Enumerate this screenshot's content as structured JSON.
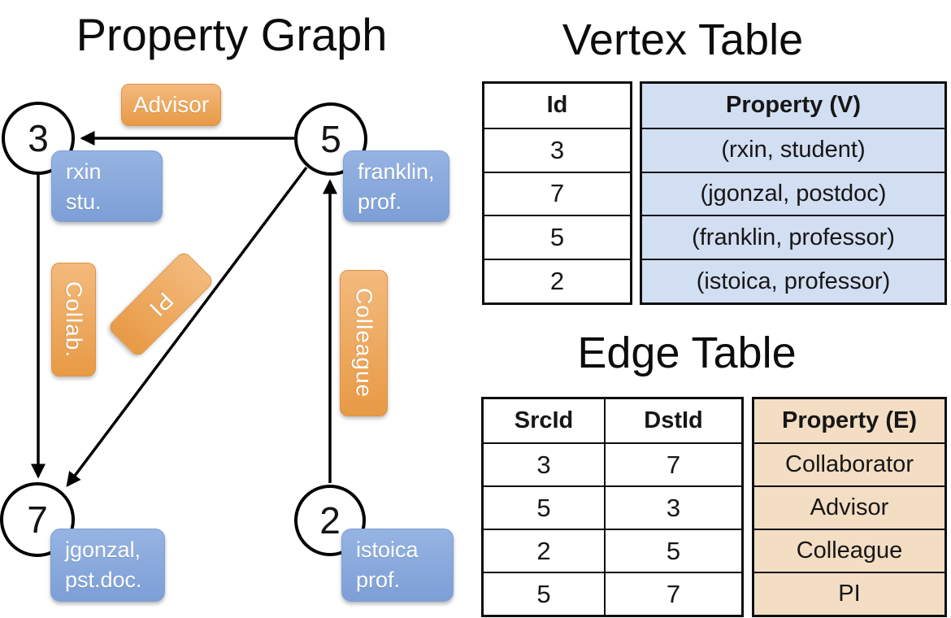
{
  "graph": {
    "title": "Property Graph",
    "nodes": [
      {
        "id": "3",
        "property_line1": "rxin",
        "property_line2": "stu."
      },
      {
        "id": "5",
        "property_line1": "franklin,",
        "property_line2": "prof."
      },
      {
        "id": "7",
        "property_line1": "jgonzal,",
        "property_line2": "pst.doc."
      },
      {
        "id": "2",
        "property_line1": "istoica",
        "property_line2": "prof."
      }
    ],
    "edge_labels": [
      "Advisor",
      "Collab.",
      "PI",
      "Colleague"
    ]
  },
  "vertex_table": {
    "title": "Vertex Table",
    "columns": {
      "id": "Id",
      "property": "Property (V)"
    },
    "rows": [
      {
        "id": "3",
        "property": "(rxin, student)"
      },
      {
        "id": "7",
        "property": "(jgonzal, postdoc)"
      },
      {
        "id": "5",
        "property": "(franklin, professor)"
      },
      {
        "id": "2",
        "property": "(istoica, professor)"
      }
    ]
  },
  "edge_table": {
    "title": "Edge Table",
    "columns": {
      "src": "SrcId",
      "dst": "DstId",
      "property": "Property (E)"
    },
    "rows": [
      {
        "src": "3",
        "dst": "7",
        "property": "Collaborator"
      },
      {
        "src": "5",
        "dst": "3",
        "property": "Advisor"
      },
      {
        "src": "2",
        "dst": "5",
        "property": "Colleague"
      },
      {
        "src": "5",
        "dst": "7",
        "property": "PI"
      }
    ]
  },
  "colors": {
    "orange_top": "#f3ba7d",
    "orange_bottom": "#e89a45",
    "blue_top": "#96b4e3",
    "blue_bottom": "#7d9fd6",
    "table_blue": "#d2def1",
    "table_orange": "#f3ddc3",
    "edge_stroke": "#000000",
    "node_fill": "#ffffff"
  }
}
